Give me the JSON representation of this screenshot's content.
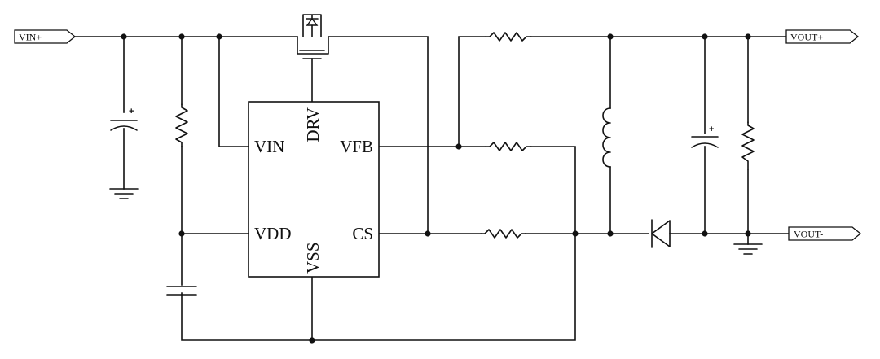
{
  "ports": {
    "vin_plus": "VIN+",
    "vout_plus": "VOUT+",
    "vout_minus": "VOUT-"
  },
  "ic": {
    "pins": {
      "vin": "VIN",
      "drv": "DRV",
      "vfb": "VFB",
      "vdd": "VDD",
      "cs": "CS",
      "vss": "VSS"
    }
  },
  "polarity_mark": "+"
}
